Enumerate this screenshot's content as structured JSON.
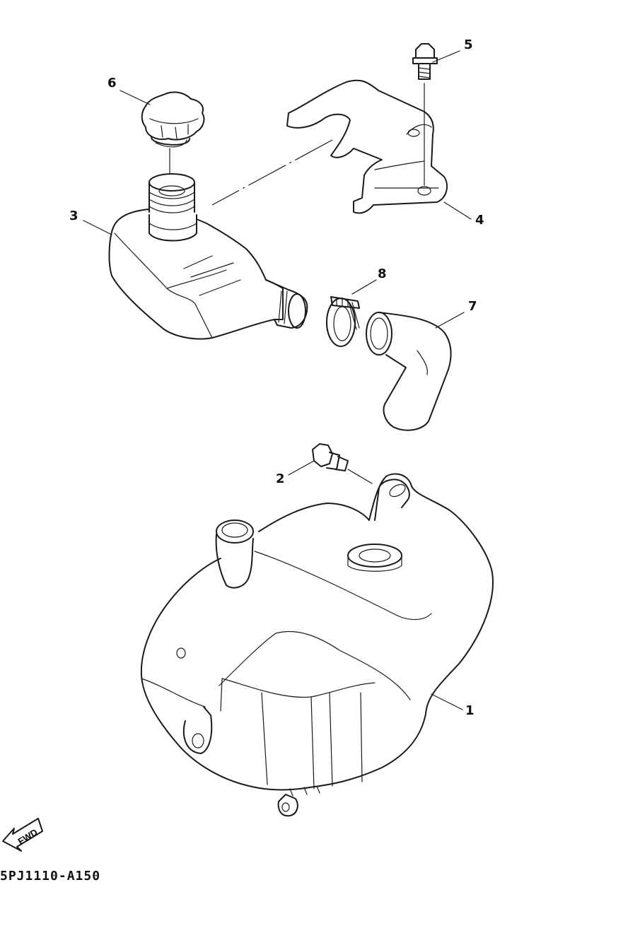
{
  "diagram": {
    "callouts": [
      {
        "id": "1",
        "label": "1"
      },
      {
        "id": "2",
        "label": "2"
      },
      {
        "id": "3",
        "label": "3"
      },
      {
        "id": "4",
        "label": "4"
      },
      {
        "id": "5",
        "label": "5"
      },
      {
        "id": "6",
        "label": "6"
      },
      {
        "id": "7",
        "label": "7"
      },
      {
        "id": "8",
        "label": "8"
      }
    ],
    "direction_badge": "FWD",
    "drawing_code": "5PJ1110-A150"
  }
}
